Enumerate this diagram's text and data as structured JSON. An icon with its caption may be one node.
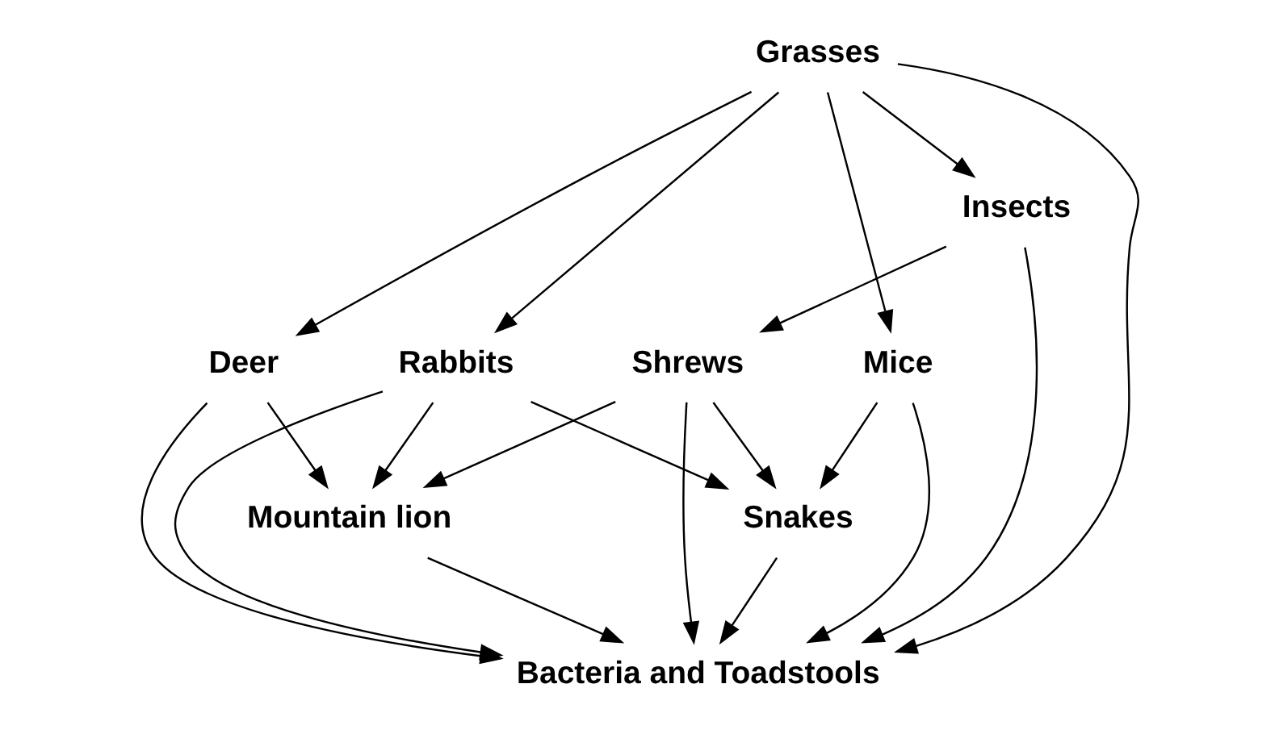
{
  "diagram": {
    "nodes": [
      {
        "text": [
          "Mountain lion"
        ]
      },
      {
        "text": [
          "Snakes"
        ]
      },
      {
        "text": [
          "Rabbits"
        ]
      },
      {
        "text": [
          "Deer"
        ]
      },
      {
        "text": [
          "Shrews"
        ]
      },
      {
        "text": [
          "Mice"
        ]
      },
      {
        "text": [
          "Grasses"
        ]
      },
      {
        "text": [
          "Insects"
        ]
      },
      {
        "text": [
          "Bacteria and Toadstools"
        ]
      }
    ],
    "edges": [
      {
        "from": 4,
        "to": 0,
        "arrow": "to"
      },
      {
        "from": 2,
        "to": 0,
        "arrow": "to"
      },
      {
        "from": 3,
        "to": 0,
        "arrow": "to"
      },
      {
        "from": 0,
        "to": 8,
        "arrow": "to"
      },
      {
        "from": 2,
        "to": 1,
        "arrow": "to"
      },
      {
        "from": 4,
        "to": 1,
        "arrow": "to"
      },
      {
        "from": 5,
        "to": 1,
        "arrow": "to"
      },
      {
        "from": 6,
        "to": 5,
        "arrow": "to"
      },
      {
        "from": 6,
        "to": 2,
        "arrow": "to"
      },
      {
        "from": 6,
        "to": 3,
        "arrow": "to"
      },
      {
        "from": 6,
        "to": 7,
        "arrow": "to"
      },
      {
        "from": 7,
        "to": 4,
        "arrow": "to"
      },
      {
        "from": 1,
        "to": 8,
        "arrow": "to"
      },
      {
        "from": 4,
        "to": 8,
        "arrow": "to"
      },
      {
        "from": 7,
        "to": 8,
        "arrow": "to"
      },
      {
        "from": 5,
        "to": 8,
        "arrow": "to"
      },
      {
        "from": 2,
        "to": 8,
        "arrow": "to"
      },
      {
        "from": 6,
        "to": 8,
        "arrow": "to"
      },
      {
        "from": 3,
        "to": 8,
        "arrow": "to"
      }
    ]
  }
}
